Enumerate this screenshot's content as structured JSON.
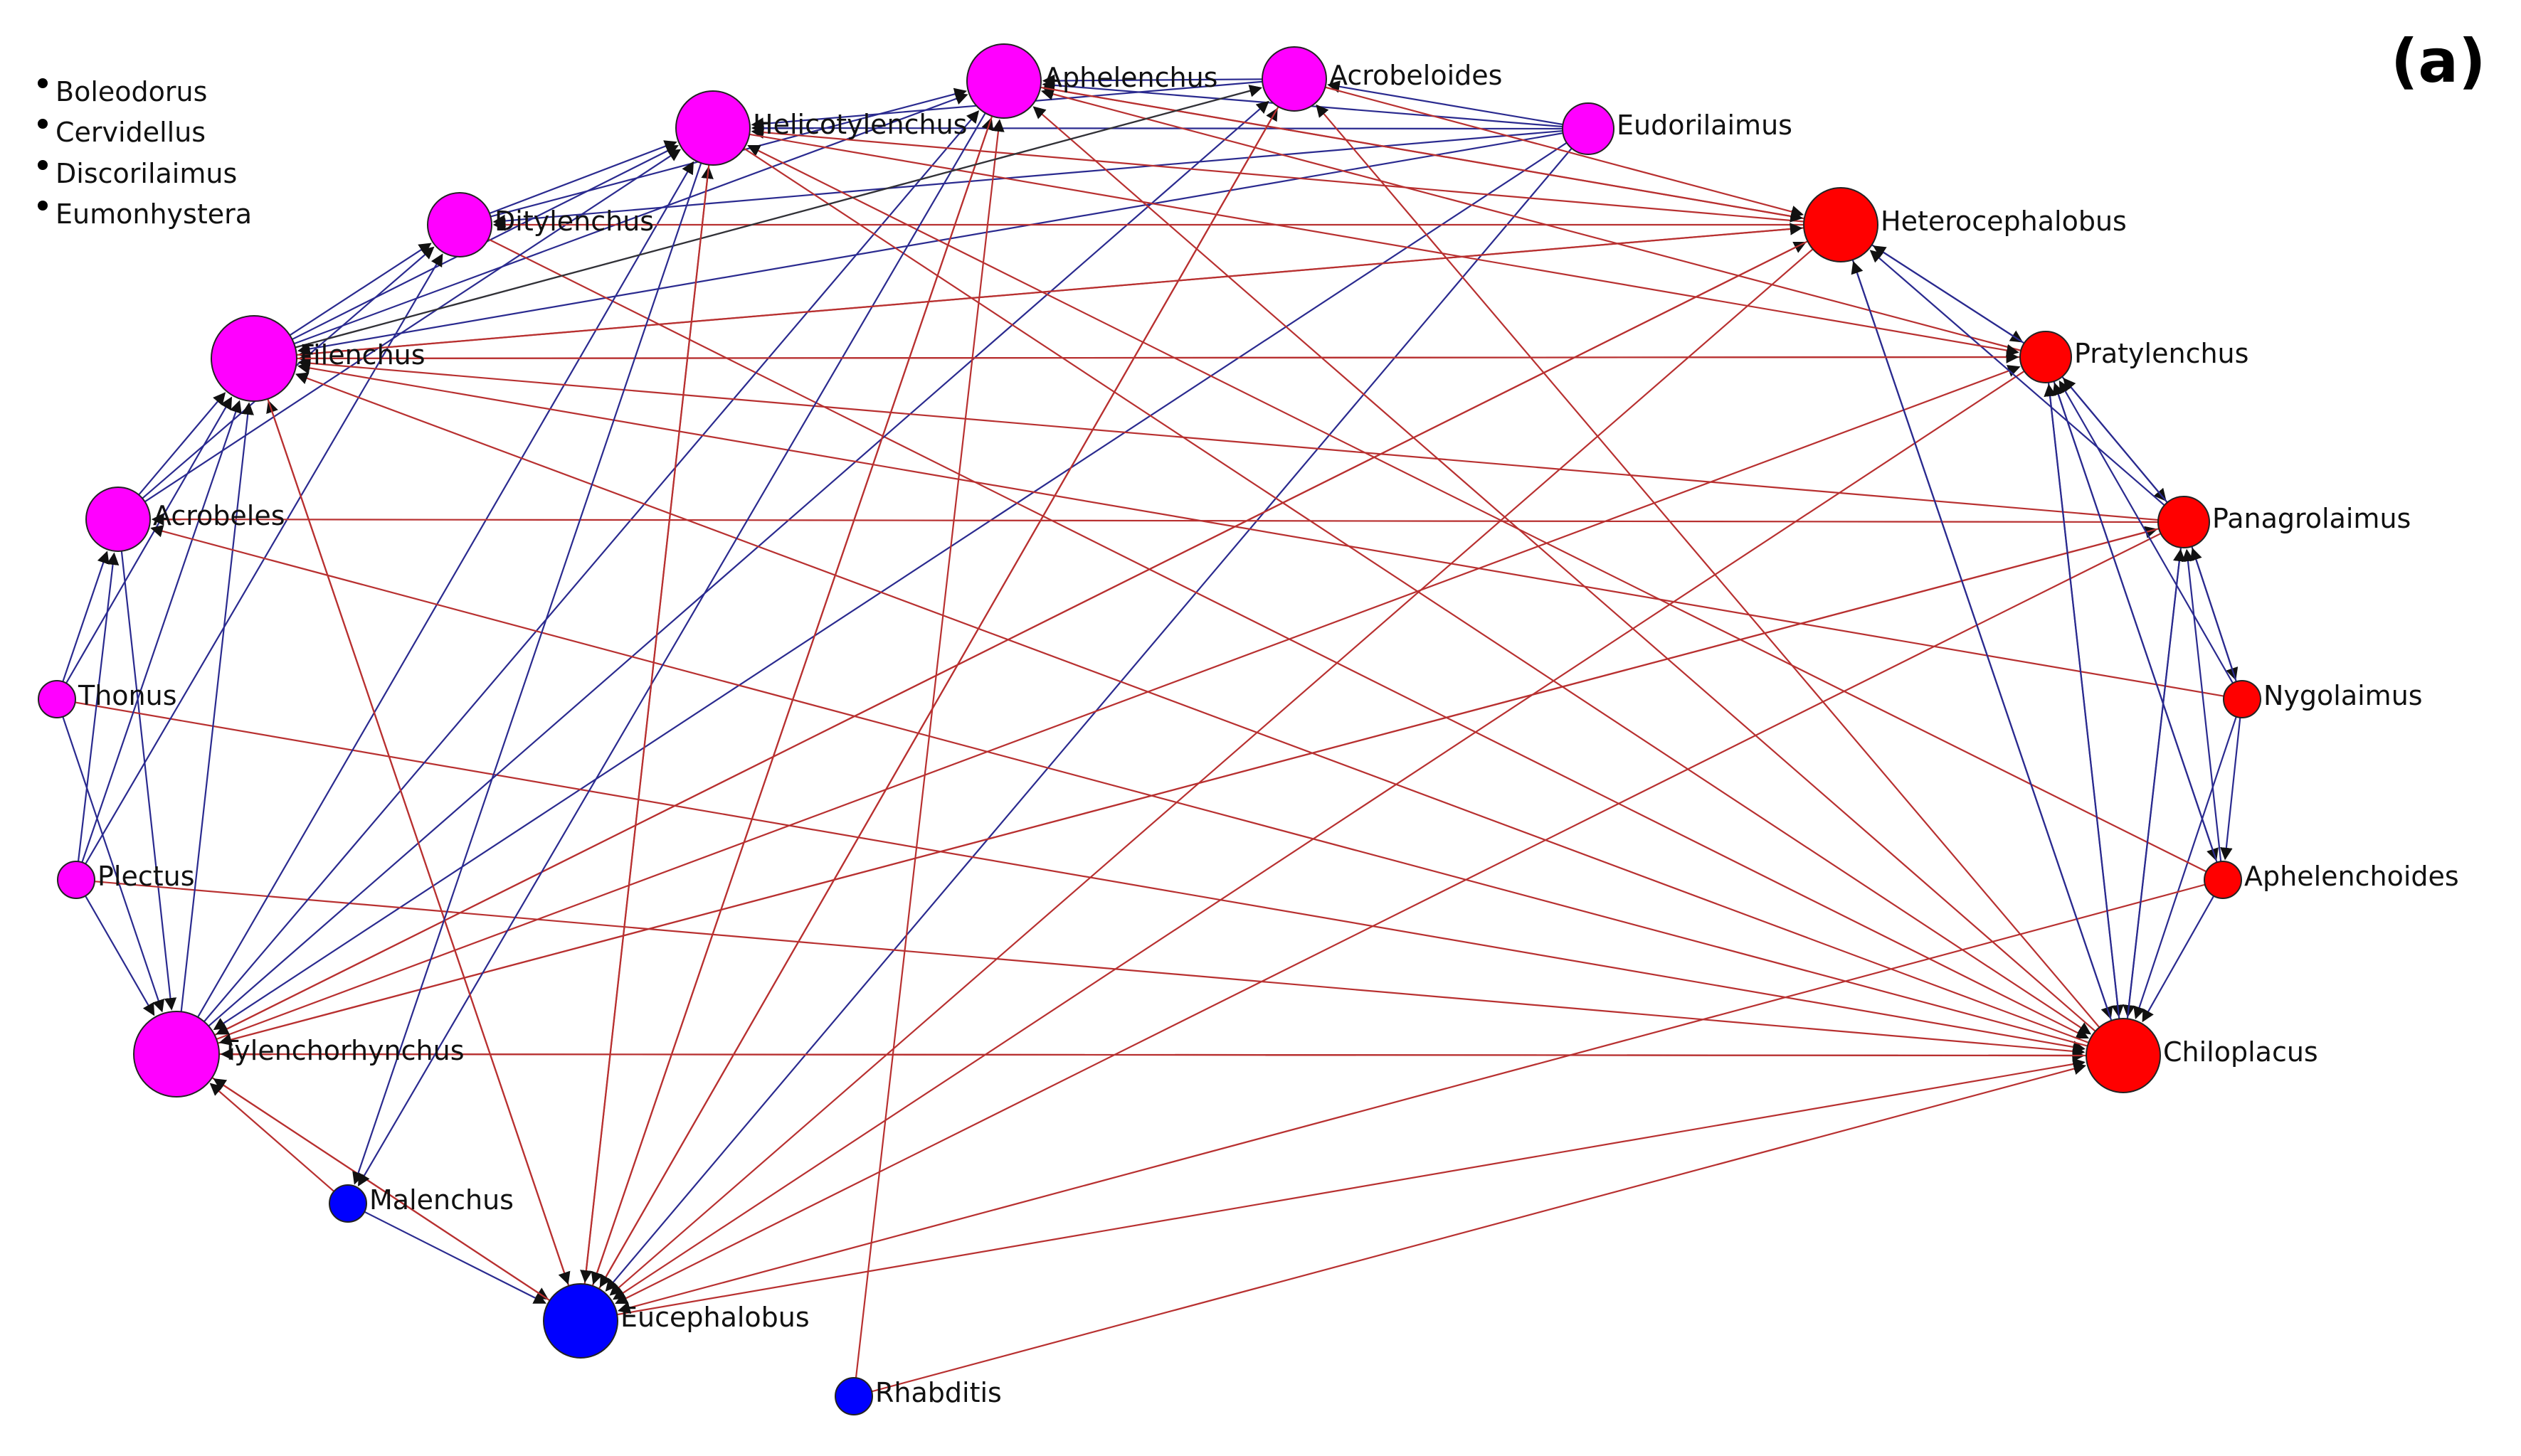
{
  "panel_label": "(a)",
  "colors": {
    "positive_edge": "#2a2a8f",
    "negative_edge": "#b83030",
    "neutral_edge": "#333333",
    "magenta": "#ff00ff",
    "red": "#ff0000",
    "blue": "#0000ff",
    "isolate": "#000000"
  },
  "isolated_nodes": [
    "Boleodorus",
    "Cervidellus",
    "Discorilaimus",
    "Eumonhystera"
  ],
  "nodes": [
    {
      "id": "Aphelenchus",
      "label": "Aphelenchus",
      "group": "magenta",
      "size": "large"
    },
    {
      "id": "Acrobeloides",
      "label": "Acrobeloides",
      "group": "magenta",
      "size": "medium"
    },
    {
      "id": "Helicotylenchus",
      "label": "Helicotylenchus",
      "group": "magenta",
      "size": "large"
    },
    {
      "id": "Eudorilaimus",
      "label": "Eudorilaimus",
      "group": "magenta",
      "size": "small"
    },
    {
      "id": "Ditylenchus",
      "label": "Ditylenchus",
      "group": "magenta",
      "size": "medium"
    },
    {
      "id": "Filenchus",
      "label": "Filenchus",
      "group": "magenta",
      "size": "xlarge"
    },
    {
      "id": "Acrobeles",
      "label": "Acrobeles",
      "group": "magenta",
      "size": "medium"
    },
    {
      "id": "Thonus",
      "label": "Thonus",
      "group": "magenta",
      "size": "tiny"
    },
    {
      "id": "Plectus",
      "label": "Plectus",
      "group": "magenta",
      "size": "tiny"
    },
    {
      "id": "Tylenchorhynchus",
      "label": "Tylenchorhynchus",
      "group": "magenta",
      "size": "xlarge"
    },
    {
      "id": "Heterocephalobus",
      "label": "Heterocephalobus",
      "group": "red",
      "size": "large"
    },
    {
      "id": "Pratylenchus",
      "label": "Pratylenchus",
      "group": "red",
      "size": "small"
    },
    {
      "id": "Panagrolaimus",
      "label": "Panagrolaimus",
      "group": "red",
      "size": "small"
    },
    {
      "id": "Nygolaimus",
      "label": "Nygolaimus",
      "group": "red",
      "size": "tiny"
    },
    {
      "id": "Aphelenchoides",
      "label": "Aphelenchoides",
      "group": "red",
      "size": "tiny"
    },
    {
      "id": "Chiloplacus",
      "label": "Chiloplacus",
      "group": "red",
      "size": "large"
    },
    {
      "id": "Malenchus",
      "label": "Malenchus",
      "group": "blue",
      "size": "tiny"
    },
    {
      "id": "Eucephalobus",
      "label": "Eucephalobus",
      "group": "blue",
      "size": "large"
    },
    {
      "id": "Rhabditis",
      "label": "Rhabditis",
      "group": "blue",
      "size": "tiny"
    }
  ],
  "edges": [
    {
      "from": "Eudorilaimus",
      "to": "Acrobeloides",
      "sign": "positive"
    },
    {
      "from": "Eudorilaimus",
      "to": "Aphelenchus",
      "sign": "positive"
    },
    {
      "from": "Eudorilaimus",
      "to": "Helicotylenchus",
      "sign": "positive"
    },
    {
      "from": "Eudorilaimus",
      "to": "Ditylenchus",
      "sign": "positive"
    },
    {
      "from": "Eudorilaimus",
      "to": "Filenchus",
      "sign": "positive"
    },
    {
      "from": "Eudorilaimus",
      "to": "Tylenchorhynchus",
      "sign": "positive"
    },
    {
      "from": "Eudorilaimus",
      "to": "Eucephalobus",
      "sign": "positive"
    },
    {
      "from": "Acrobeloides",
      "to": "Aphelenchus",
      "sign": "positive"
    },
    {
      "from": "Acrobeloides",
      "to": "Helicotylenchus",
      "sign": "positive"
    },
    {
      "from": "Filenchus",
      "to": "Acrobeloides",
      "sign": "positive"
    },
    {
      "from": "Filenchus",
      "to": "Aphelenchus",
      "sign": "positive"
    },
    {
      "from": "Filenchus",
      "to": "Helicotylenchus",
      "sign": "positive"
    },
    {
      "from": "Filenchus",
      "to": "Ditylenchus",
      "sign": "positive"
    },
    {
      "from": "Ditylenchus",
      "to": "Helicotylenchus",
      "sign": "positive"
    },
    {
      "from": "Ditylenchus",
      "to": "Aphelenchus",
      "sign": "positive"
    },
    {
      "from": "Ditylenchus",
      "to": "Chiloplacus",
      "sign": "negative"
    },
    {
      "from": "Acrobeles",
      "to": "Filenchus",
      "sign": "positive"
    },
    {
      "from": "Acrobeles",
      "to": "Helicotylenchus",
      "sign": "positive"
    },
    {
      "from": "Acrobeles",
      "to": "Ditylenchus",
      "sign": "positive"
    },
    {
      "from": "Acrobeles",
      "to": "Tylenchorhynchus",
      "sign": "positive"
    },
    {
      "from": "Thonus",
      "to": "Acrobeles",
      "sign": "positive"
    },
    {
      "from": "Thonus",
      "to": "Filenchus",
      "sign": "positive"
    },
    {
      "from": "Thonus",
      "to": "Tylenchorhynchus",
      "sign": "positive"
    },
    {
      "from": "Thonus",
      "to": "Chiloplacus",
      "sign": "negative"
    },
    {
      "from": "Plectus",
      "to": "Acrobeles",
      "sign": "positive"
    },
    {
      "from": "Plectus",
      "to": "Filenchus",
      "sign": "positive"
    },
    {
      "from": "Plectus",
      "to": "Tylenchorhynchus",
      "sign": "positive"
    },
    {
      "from": "Plectus",
      "to": "Ditylenchus",
      "sign": "positive"
    },
    {
      "from": "Plectus",
      "to": "Chiloplacus",
      "sign": "negative"
    },
    {
      "from": "Tylenchorhynchus",
      "to": "Filenchus",
      "sign": "positive"
    },
    {
      "from": "Tylenchorhynchus",
      "to": "Helicotylenchus",
      "sign": "positive"
    },
    {
      "from": "Tylenchorhynchus",
      "to": "Aphelenchus",
      "sign": "positive"
    },
    {
      "from": "Tylenchorhynchus",
      "to": "Acrobeloides",
      "sign": "positive"
    },
    {
      "from": "Tylenchorhynchus",
      "to": "Chiloplacus",
      "sign": "negative"
    },
    {
      "from": "Tylenchorhynchus",
      "to": "Heterocephalobus",
      "sign": "negative"
    },
    {
      "from": "Tylenchorhynchus",
      "to": "Pratylenchus",
      "sign": "negative"
    },
    {
      "from": "Tylenchorhynchus",
      "to": "Panagrolaimus",
      "sign": "negative"
    },
    {
      "from": "Tylenchorhynchus",
      "to": "Eucephalobus",
      "sign": "negative"
    },
    {
      "from": "Malenchus",
      "to": "Eucephalobus",
      "sign": "positive"
    },
    {
      "from": "Malenchus",
      "to": "Tylenchorhynchus",
      "sign": "negative"
    },
    {
      "from": "Eucephalobus",
      "to": "Tylenchorhynchus",
      "sign": "negative"
    },
    {
      "from": "Eucephalobus",
      "to": "Filenchus",
      "sign": "negative"
    },
    {
      "from": "Eucephalobus",
      "to": "Helicotylenchus",
      "sign": "negative"
    },
    {
      "from": "Eucephalobus",
      "to": "Aphelenchus",
      "sign": "negative"
    },
    {
      "from": "Eucephalobus",
      "to": "Acrobeloides",
      "sign": "negative"
    },
    {
      "from": "Eucephalobus",
      "to": "Chiloplacus",
      "sign": "negative"
    },
    {
      "from": "Rhabditis",
      "to": "Aphelenchus",
      "sign": "negative"
    },
    {
      "from": "Rhabditis",
      "to": "Chiloplacus",
      "sign": "negative"
    },
    {
      "from": "Heterocephalobus",
      "to": "Aphelenchus",
      "sign": "negative"
    },
    {
      "from": "Heterocephalobus",
      "to": "Helicotylenchus",
      "sign": "negative"
    },
    {
      "from": "Heterocephalobus",
      "to": "Filenchus",
      "sign": "negative"
    },
    {
      "from": "Heterocephalobus",
      "to": "Ditylenchus",
      "sign": "negative"
    },
    {
      "from": "Heterocephalobus",
      "to": "Tylenchorhynchus",
      "sign": "negative"
    },
    {
      "from": "Heterocephalobus",
      "to": "Eucephalobus",
      "sign": "negative"
    },
    {
      "from": "Heterocephalobus",
      "to": "Pratylenchus",
      "sign": "positive"
    },
    {
      "from": "Heterocephalobus",
      "to": "Chiloplacus",
      "sign": "positive"
    },
    {
      "from": "Pratylenchus",
      "to": "Heterocephalobus",
      "sign": "positive"
    },
    {
      "from": "Pratylenchus",
      "to": "Panagrolaimus",
      "sign": "positive"
    },
    {
      "from": "Pratylenchus",
      "to": "Aphelenchoides",
      "sign": "positive"
    },
    {
      "from": "Pratylenchus",
      "to": "Chiloplacus",
      "sign": "positive"
    },
    {
      "from": "Pratylenchus",
      "to": "Aphelenchus",
      "sign": "negative"
    },
    {
      "from": "Pratylenchus",
      "to": "Filenchus",
      "sign": "negative"
    },
    {
      "from": "Pratylenchus",
      "to": "Eucephalobus",
      "sign": "negative"
    },
    {
      "from": "Panagrolaimus",
      "to": "Pratylenchus",
      "sign": "positive"
    },
    {
      "from": "Panagrolaimus",
      "to": "Nygolaimus",
      "sign": "positive"
    },
    {
      "from": "Panagrolaimus",
      "to": "Chiloplacus",
      "sign": "positive"
    },
    {
      "from": "Panagrolaimus",
      "to": "Heterocephalobus",
      "sign": "positive"
    },
    {
      "from": "Panagrolaimus",
      "to": "Filenchus",
      "sign": "negative"
    },
    {
      "from": "Panagrolaimus",
      "to": "Acrobeles",
      "sign": "negative"
    },
    {
      "from": "Panagrolaimus",
      "to": "Tylenchorhynchus",
      "sign": "negative"
    },
    {
      "from": "Panagrolaimus",
      "to": "Eucephalobus",
      "sign": "negative"
    },
    {
      "from": "Nygolaimus",
      "to": "Panagrolaimus",
      "sign": "positive"
    },
    {
      "from": "Nygolaimus",
      "to": "Aphelenchoides",
      "sign": "positive"
    },
    {
      "from": "Nygolaimus",
      "to": "Chiloplacus",
      "sign": "positive"
    },
    {
      "from": "Nygolaimus",
      "to": "Pratylenchus",
      "sign": "positive"
    },
    {
      "from": "Nygolaimus",
      "to": "Filenchus",
      "sign": "negative"
    },
    {
      "from": "Aphelenchoides",
      "to": "Chiloplacus",
      "sign": "positive"
    },
    {
      "from": "Aphelenchoides",
      "to": "Pratylenchus",
      "sign": "positive"
    },
    {
      "from": "Aphelenchoides",
      "to": "Panagrolaimus",
      "sign": "positive"
    },
    {
      "from": "Aphelenchoides",
      "to": "Helicotylenchus",
      "sign": "negative"
    },
    {
      "from": "Aphelenchoides",
      "to": "Eucephalobus",
      "sign": "negative"
    },
    {
      "from": "Chiloplacus",
      "to": "Heterocephalobus",
      "sign": "positive"
    },
    {
      "from": "Chiloplacus",
      "to": "Pratylenchus",
      "sign": "positive"
    },
    {
      "from": "Chiloplacus",
      "to": "Panagrolaimus",
      "sign": "positive"
    },
    {
      "from": "Chiloplacus",
      "to": "Aphelenchus",
      "sign": "negative"
    },
    {
      "from": "Chiloplacus",
      "to": "Acrobeloides",
      "sign": "negative"
    },
    {
      "from": "Chiloplacus",
      "to": "Filenchus",
      "sign": "negative"
    },
    {
      "from": "Chiloplacus",
      "to": "Acrobeles",
      "sign": "negative"
    },
    {
      "from": "Chiloplacus",
      "to": "Tylenchorhynchus",
      "sign": "negative"
    },
    {
      "from": "Helicotylenchus",
      "to": "Chiloplacus",
      "sign": "negative"
    },
    {
      "from": "Helicotylenchus",
      "to": "Pratylenchus",
      "sign": "negative"
    },
    {
      "from": "Aphelenchus",
      "to": "Malenchus",
      "sign": "positive"
    },
    {
      "from": "Aphelenchus",
      "to": "Eucephalobus",
      "sign": "negative"
    },
    {
      "from": "Aphelenchus",
      "to": "Heterocephalobus",
      "sign": "negative"
    },
    {
      "from": "Acrobeloides",
      "to": "Eucephalobus",
      "sign": "negative"
    },
    {
      "from": "Acrobeloides",
      "to": "Heterocephalobus",
      "sign": "negative"
    },
    {
      "from": "Filenchus",
      "to": "Heterocephalobus",
      "sign": "negative"
    },
    {
      "from": "Filenchus",
      "to": "Pratylenchus",
      "sign": "negative"
    },
    {
      "from": "Filenchus",
      "to": "Eucephalobus",
      "sign": "negative"
    },
    {
      "from": "Filenchus",
      "to": "Acrobeloides",
      "sign": "neutral"
    },
    {
      "from": "Helicotylenchus",
      "to": "Malenchus",
      "sign": "positive"
    },
    {
      "from": "Helicotylenchus",
      "to": "Eucephalobus",
      "sign": "negative"
    }
  ]
}
